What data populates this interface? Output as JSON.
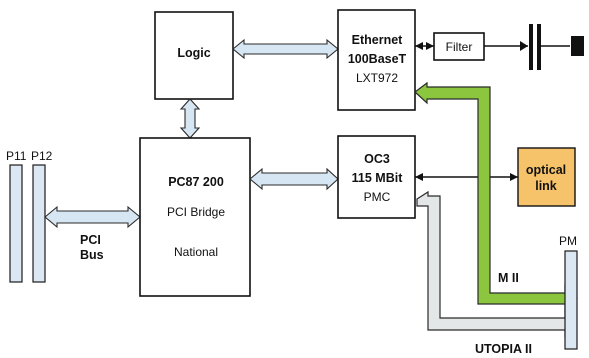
{
  "blocks": {
    "logic": {
      "label": "Logic"
    },
    "ethernet": {
      "line1": "Ethernet",
      "line2": "100BaseT",
      "line3": "LXT972"
    },
    "filter": {
      "label": "Filter"
    },
    "pc87": {
      "line1": "PC87 200",
      "line2": "PCI Bridge",
      "line3": "National"
    },
    "oc3": {
      "line1": "OC3",
      "line2": "115 MBit",
      "line3": "PMC"
    },
    "optical": {
      "line1": "optical",
      "line2": "link"
    }
  },
  "buses": {
    "p11": "P11",
    "p12": "P12",
    "pci_line1": "PCI",
    "pci_line2": "Bus",
    "pm": "PM",
    "mii": "M II",
    "utopia": "UTOPIA II"
  },
  "colors": {
    "bus_fill": "#dbe8f3",
    "mii_arrow": "#8cc63f",
    "utopia_arrow": "#e4e7e8",
    "optical_fill": "#f6c36a"
  }
}
